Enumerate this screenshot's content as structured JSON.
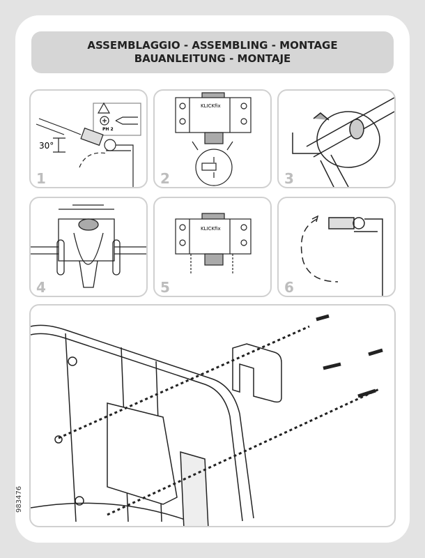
{
  "title": {
    "line1": "ASSEMBLAGGIO - ASSEMBLING - MONTAGE",
    "line2": "BAUANLEITUNG - MONTAJE"
  },
  "steps": [
    {
      "number": "1",
      "angle_label": "30°",
      "bit_label": "PH 2"
    },
    {
      "number": "2",
      "brand_label": "KLICKfix"
    },
    {
      "number": "3"
    },
    {
      "number": "4"
    },
    {
      "number": "5",
      "brand_label": "KLICKfix"
    },
    {
      "number": "6"
    }
  ],
  "part_code": "983476"
}
